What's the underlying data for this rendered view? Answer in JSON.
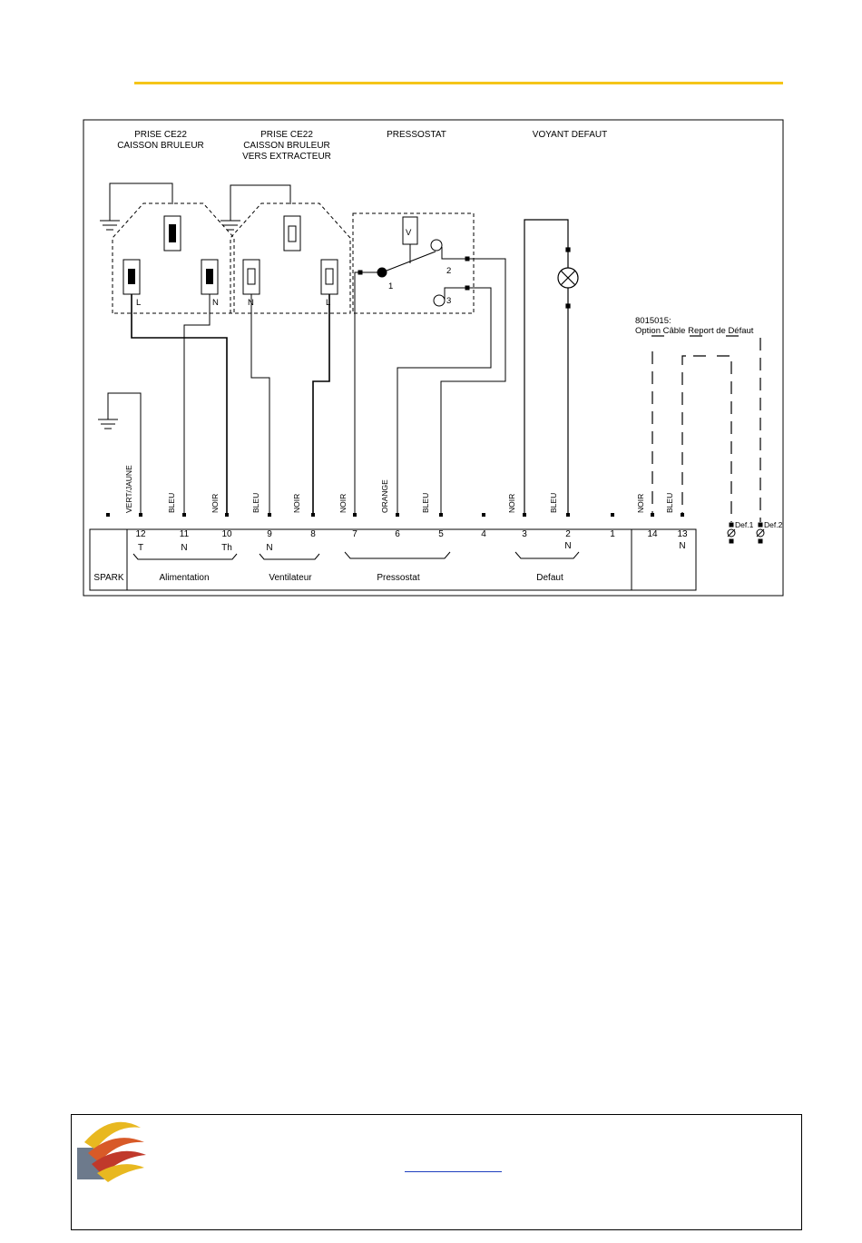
{
  "accent_color": "#f5c518",
  "link_color": "#1f3fbf",
  "titles": {
    "socket1": [
      "PRISE CE22",
      "CAISSON BRULEUR"
    ],
    "socket2": [
      "PRISE CE22",
      "CAISSON BRULEUR",
      "VERS EXTRACTEUR"
    ],
    "pressostat": "PRESSOSTAT",
    "voyant": "VOYANT DEFAUT"
  },
  "socket_labels": {
    "s1_left": "L",
    "s1_right": "N",
    "s2_left": "N",
    "s2_right": "L"
  },
  "pressostat_contacts": {
    "c1": "1",
    "c2": "2",
    "c3": "3",
    "coil": "V"
  },
  "option_label": [
    "8015015:",
    "Option Câble Report de Défaut"
  ],
  "wire_labels": {
    "w12": "VERT/JAUNE",
    "w11": "BLEU",
    "w10": "NOIR",
    "w9": "BLEU",
    "w8": "NOIR",
    "w7": "NOIR",
    "w6": "ORANGE",
    "w5": "BLEU",
    "w3": "NOIR",
    "w2": "BLEU",
    "w14": "NOIR",
    "w13": "BLEU"
  },
  "terminals": {
    "t12": "12",
    "t11": "11",
    "t10": "10",
    "t9": "9",
    "t8": "8",
    "t7": "7",
    "t6": "6",
    "t5": "5",
    "t4": "4",
    "t3": "3",
    "t2": "2",
    "t1": "1",
    "t14": "14",
    "t13": "13"
  },
  "terminal_sub": {
    "t12": "T",
    "t11": "N",
    "t10": "Th",
    "t9": "N",
    "t2": "N",
    "t13": "N"
  },
  "groups": {
    "spark": "SPARK",
    "alimentation": "Alimentation",
    "ventilateur": "Ventilateur",
    "pressostat": "Pressostat",
    "defaut": "Defaut"
  },
  "def_labels": {
    "def1": "Def.1",
    "def2": "Def.2"
  }
}
